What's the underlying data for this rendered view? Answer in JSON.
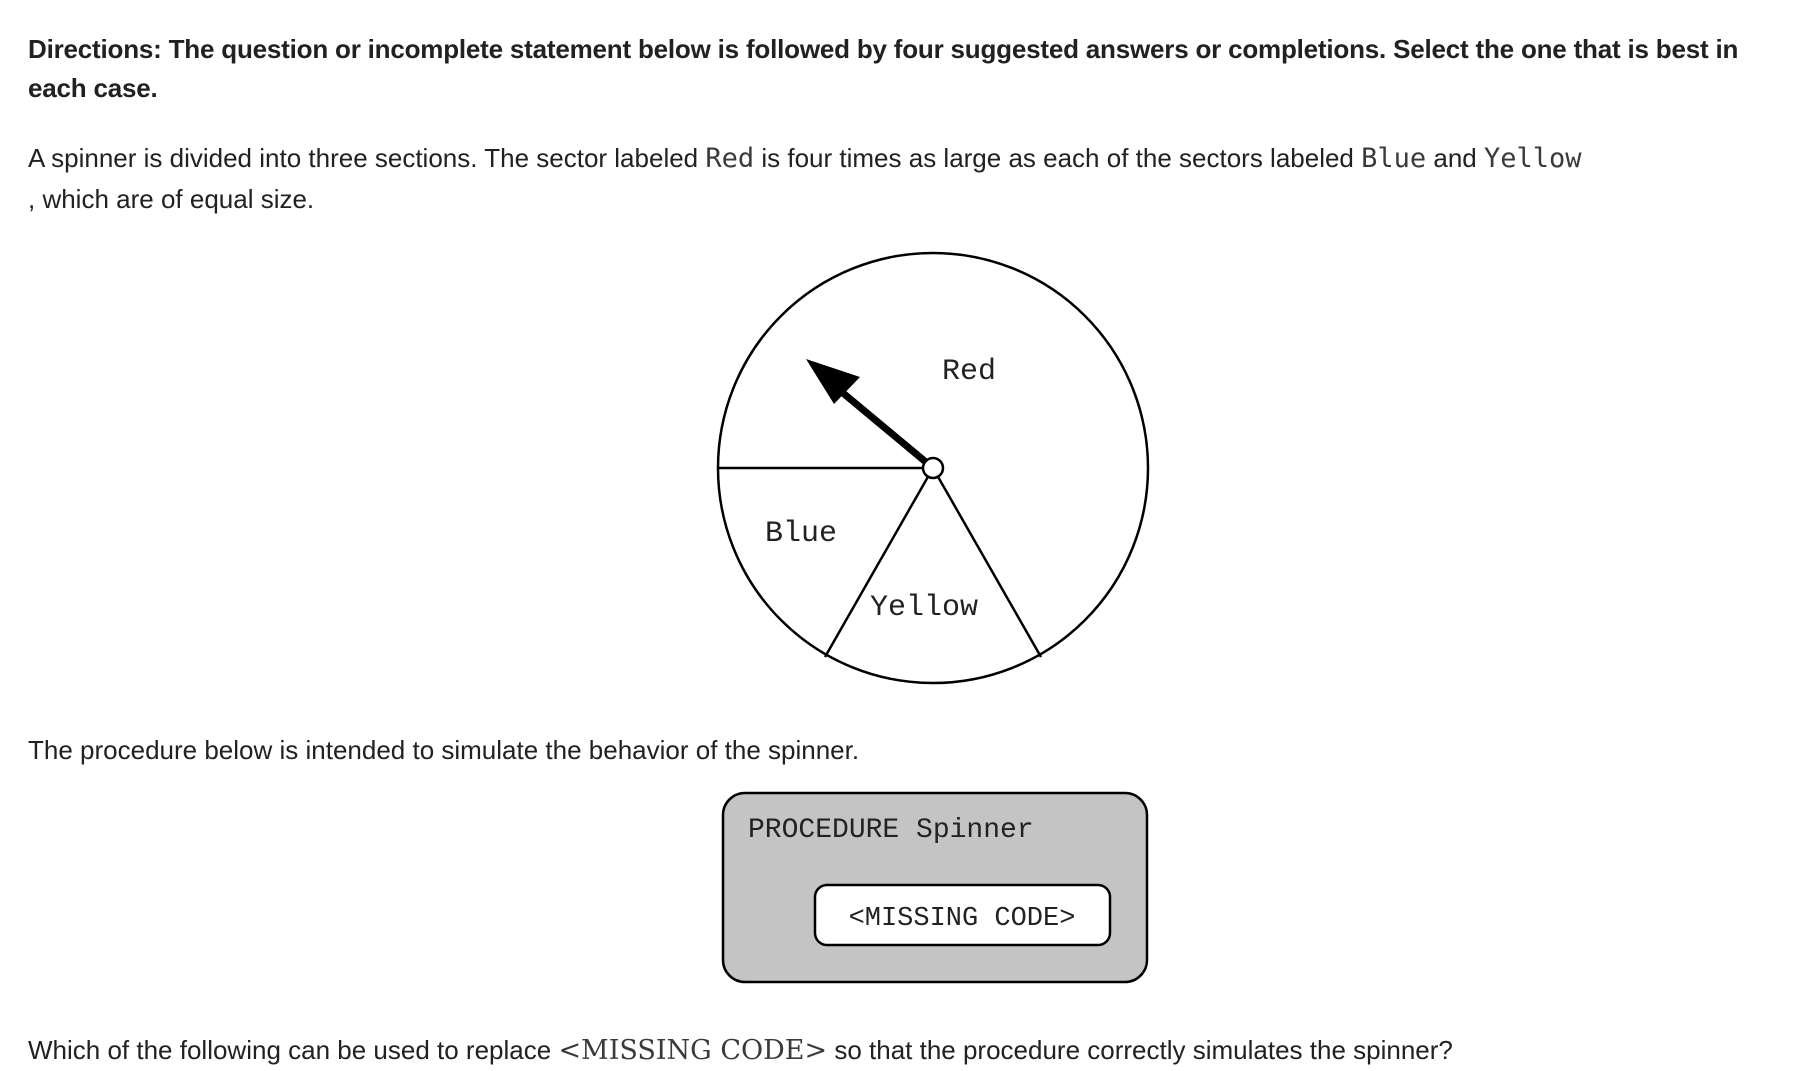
{
  "directions": "Directions: The question or incomplete statement below is followed by four suggested answers or completions. Select the one that is best in each case.",
  "question": {
    "intro_before_red": "A spinner is divided into three sections. The sector labeled ",
    "red_code": "Red",
    "intro_middle": " is four times as large as each of the sectors labeled ",
    "blue_code": "Blue",
    "and_text": " and ",
    "yellow_code": "Yellow",
    "intro_after": ", which are of equal size.",
    "procedure_intro": "The procedure below is intended to simulate the behavior of the spinner.",
    "final_before": "Which of the following can be used to replace ",
    "missing_code_inline": "<MISSING CODE>",
    "final_after": " so that the procedure correctly simulates the spinner?"
  },
  "spinner": {
    "labels": {
      "red": "Red",
      "blue": "Blue",
      "yellow": "Yellow"
    }
  },
  "procedure": {
    "header": "PROCEDURE Spinner",
    "placeholder": "<MISSING CODE>"
  },
  "colors": {
    "text": "#212121",
    "code_text": "#3a3a3a",
    "procedure_fill": "#c4c4c4",
    "outline": "#000000"
  }
}
